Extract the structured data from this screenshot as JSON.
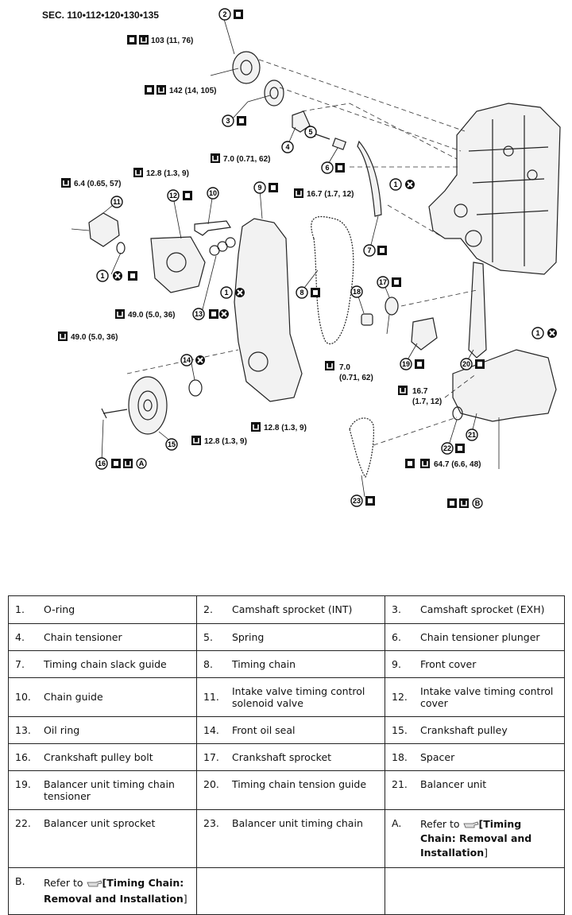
{
  "diagram": {
    "section": "SEC. 110•112•120•130•135",
    "torques": {
      "t103": "103 (11, 76)",
      "t142": "142 (14, 105)",
      "t7_a": "7.0 (0.71, 62)",
      "t64": "6.4 (0.65, 57)",
      "t128_a": "12.8 (1.3, 9)",
      "t167_a": "16.7 (1.7, 12)",
      "t49_a": "49.0 (5.0, 36)",
      "t49_b": "49.0 (5.0, 36)",
      "t7_b_1": "7.0",
      "t7_b_2": "(0.71, 62)",
      "t167_b_1": "16.7",
      "t167_b_2": "(1.7, 12)",
      "t128_b": "12.8 (1.3, 9)",
      "t128_c": "12.8 (1.3, 9)",
      "t647": "64.7 (6.6, 48)"
    },
    "callouts": [
      "1",
      "2",
      "3",
      "4",
      "5",
      "6",
      "7",
      "8",
      "9",
      "10",
      "11",
      "12",
      "13",
      "14",
      "15",
      "16",
      "17",
      "18",
      "19",
      "20",
      "21",
      "22",
      "23"
    ],
    "letters": {
      "a": "A",
      "b": "B"
    }
  },
  "legend": {
    "rows": [
      [
        {
          "n": "1.",
          "t": "O-ring"
        },
        {
          "n": "2.",
          "t": "Camshaft sprocket (INT)"
        },
        {
          "n": "3.",
          "t": "Camshaft sprocket (EXH)"
        }
      ],
      [
        {
          "n": "4.",
          "t": "Chain tensioner"
        },
        {
          "n": "5.",
          "t": "Spring"
        },
        {
          "n": "6.",
          "t": "Chain tensioner plunger"
        }
      ],
      [
        {
          "n": "7.",
          "t": "Timing chain slack guide"
        },
        {
          "n": "8.",
          "t": "Timing chain"
        },
        {
          "n": "9.",
          "t": "Front cover"
        }
      ],
      [
        {
          "n": "10.",
          "t": "Chain guide"
        },
        {
          "n": "11.",
          "t": "Intake valve timing control solenoid valve"
        },
        {
          "n": "12.",
          "t": "Intake valve timing control cover"
        }
      ],
      [
        {
          "n": "13.",
          "t": "Oil ring"
        },
        {
          "n": "14.",
          "t": "Front oil seal"
        },
        {
          "n": "15.",
          "t": "Crankshaft pulley"
        }
      ],
      [
        {
          "n": "16.",
          "t": "Crankshaft pulley bolt"
        },
        {
          "n": "17.",
          "t": "Crankshaft sprocket"
        },
        {
          "n": "18.",
          "t": "Spacer"
        }
      ],
      [
        {
          "n": "19.",
          "t": "Balancer unit timing chain tensioner"
        },
        {
          "n": "20.",
          "t": "Timing chain tension guide"
        },
        {
          "n": "21.",
          "t": "Balancer unit"
        }
      ]
    ],
    "row8": {
      "c1": {
        "n": "22.",
        "t": "Balancer unit sprocket"
      },
      "c2": {
        "n": "23.",
        "t": "Balancer unit timing chain"
      },
      "c3": {
        "n": "A.",
        "pre": "Refer to ",
        "link": "[Timing Chain: Removal and Installation",
        "post": "]"
      }
    },
    "row9": {
      "c1": {
        "n": "B.",
        "pre": "Refer to ",
        "link": "[Timing Chain: Removal and Installation",
        "post": "]"
      }
    }
  }
}
